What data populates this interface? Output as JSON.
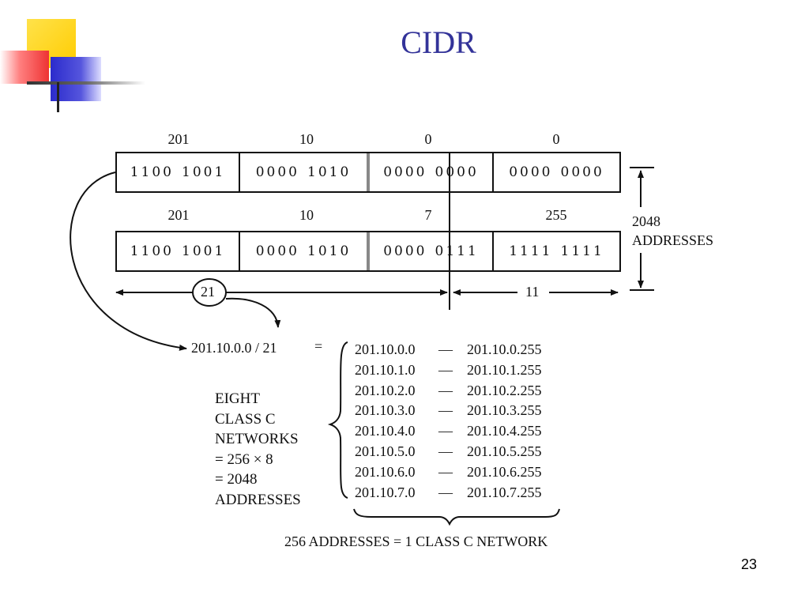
{
  "title": "CIDR",
  "page_number": "23",
  "colors": {
    "title": "#333399",
    "deco_yellow": "#FFD700",
    "deco_red": "#EE3333",
    "deco_blue": "#3333CC"
  },
  "row1": {
    "octets": [
      "201",
      "10",
      "0",
      "0"
    ],
    "binary": [
      [
        "1100",
        "1001"
      ],
      [
        "0000",
        "1010"
      ],
      [
        "0000",
        "0000"
      ],
      [
        "0000",
        "0000"
      ]
    ]
  },
  "row2": {
    "octets": [
      "201",
      "10",
      "7",
      "255"
    ],
    "binary": [
      [
        "1100",
        "1001"
      ],
      [
        "0000",
        "1010"
      ],
      [
        "0000",
        "0111"
      ],
      [
        "1111",
        "1111"
      ]
    ]
  },
  "span": {
    "count": "2048",
    "label": "ADDRESSES"
  },
  "prefix_bits": "21",
  "host_bits": "11",
  "cidr_block": {
    "notation": "201.10.0.0 / 21",
    "equals": "="
  },
  "ranges": [
    {
      "start": "201.10.0.0",
      "end": "201.10.0.255"
    },
    {
      "start": "201.10.1.0",
      "end": "201.10.1.255"
    },
    {
      "start": "201.10.2.0",
      "end": "201.10.2.255"
    },
    {
      "start": "201.10.3.0",
      "end": "201.10.3.255"
    },
    {
      "start": "201.10.4.0",
      "end": "201.10.4.255"
    },
    {
      "start": "201.10.5.0",
      "end": "201.10.5.255"
    },
    {
      "start": "201.10.6.0",
      "end": "201.10.6.255"
    },
    {
      "start": "201.10.7.0",
      "end": "201.10.7.255"
    }
  ],
  "range_separator": "—",
  "eight_networks": [
    "EIGHT",
    "CLASS C",
    "NETWORKS",
    "= 256 × 8",
    "= 2048",
    "ADDRESSES"
  ],
  "footer_note": "256 ADDRESSES = 1 CLASS C NETWORK"
}
